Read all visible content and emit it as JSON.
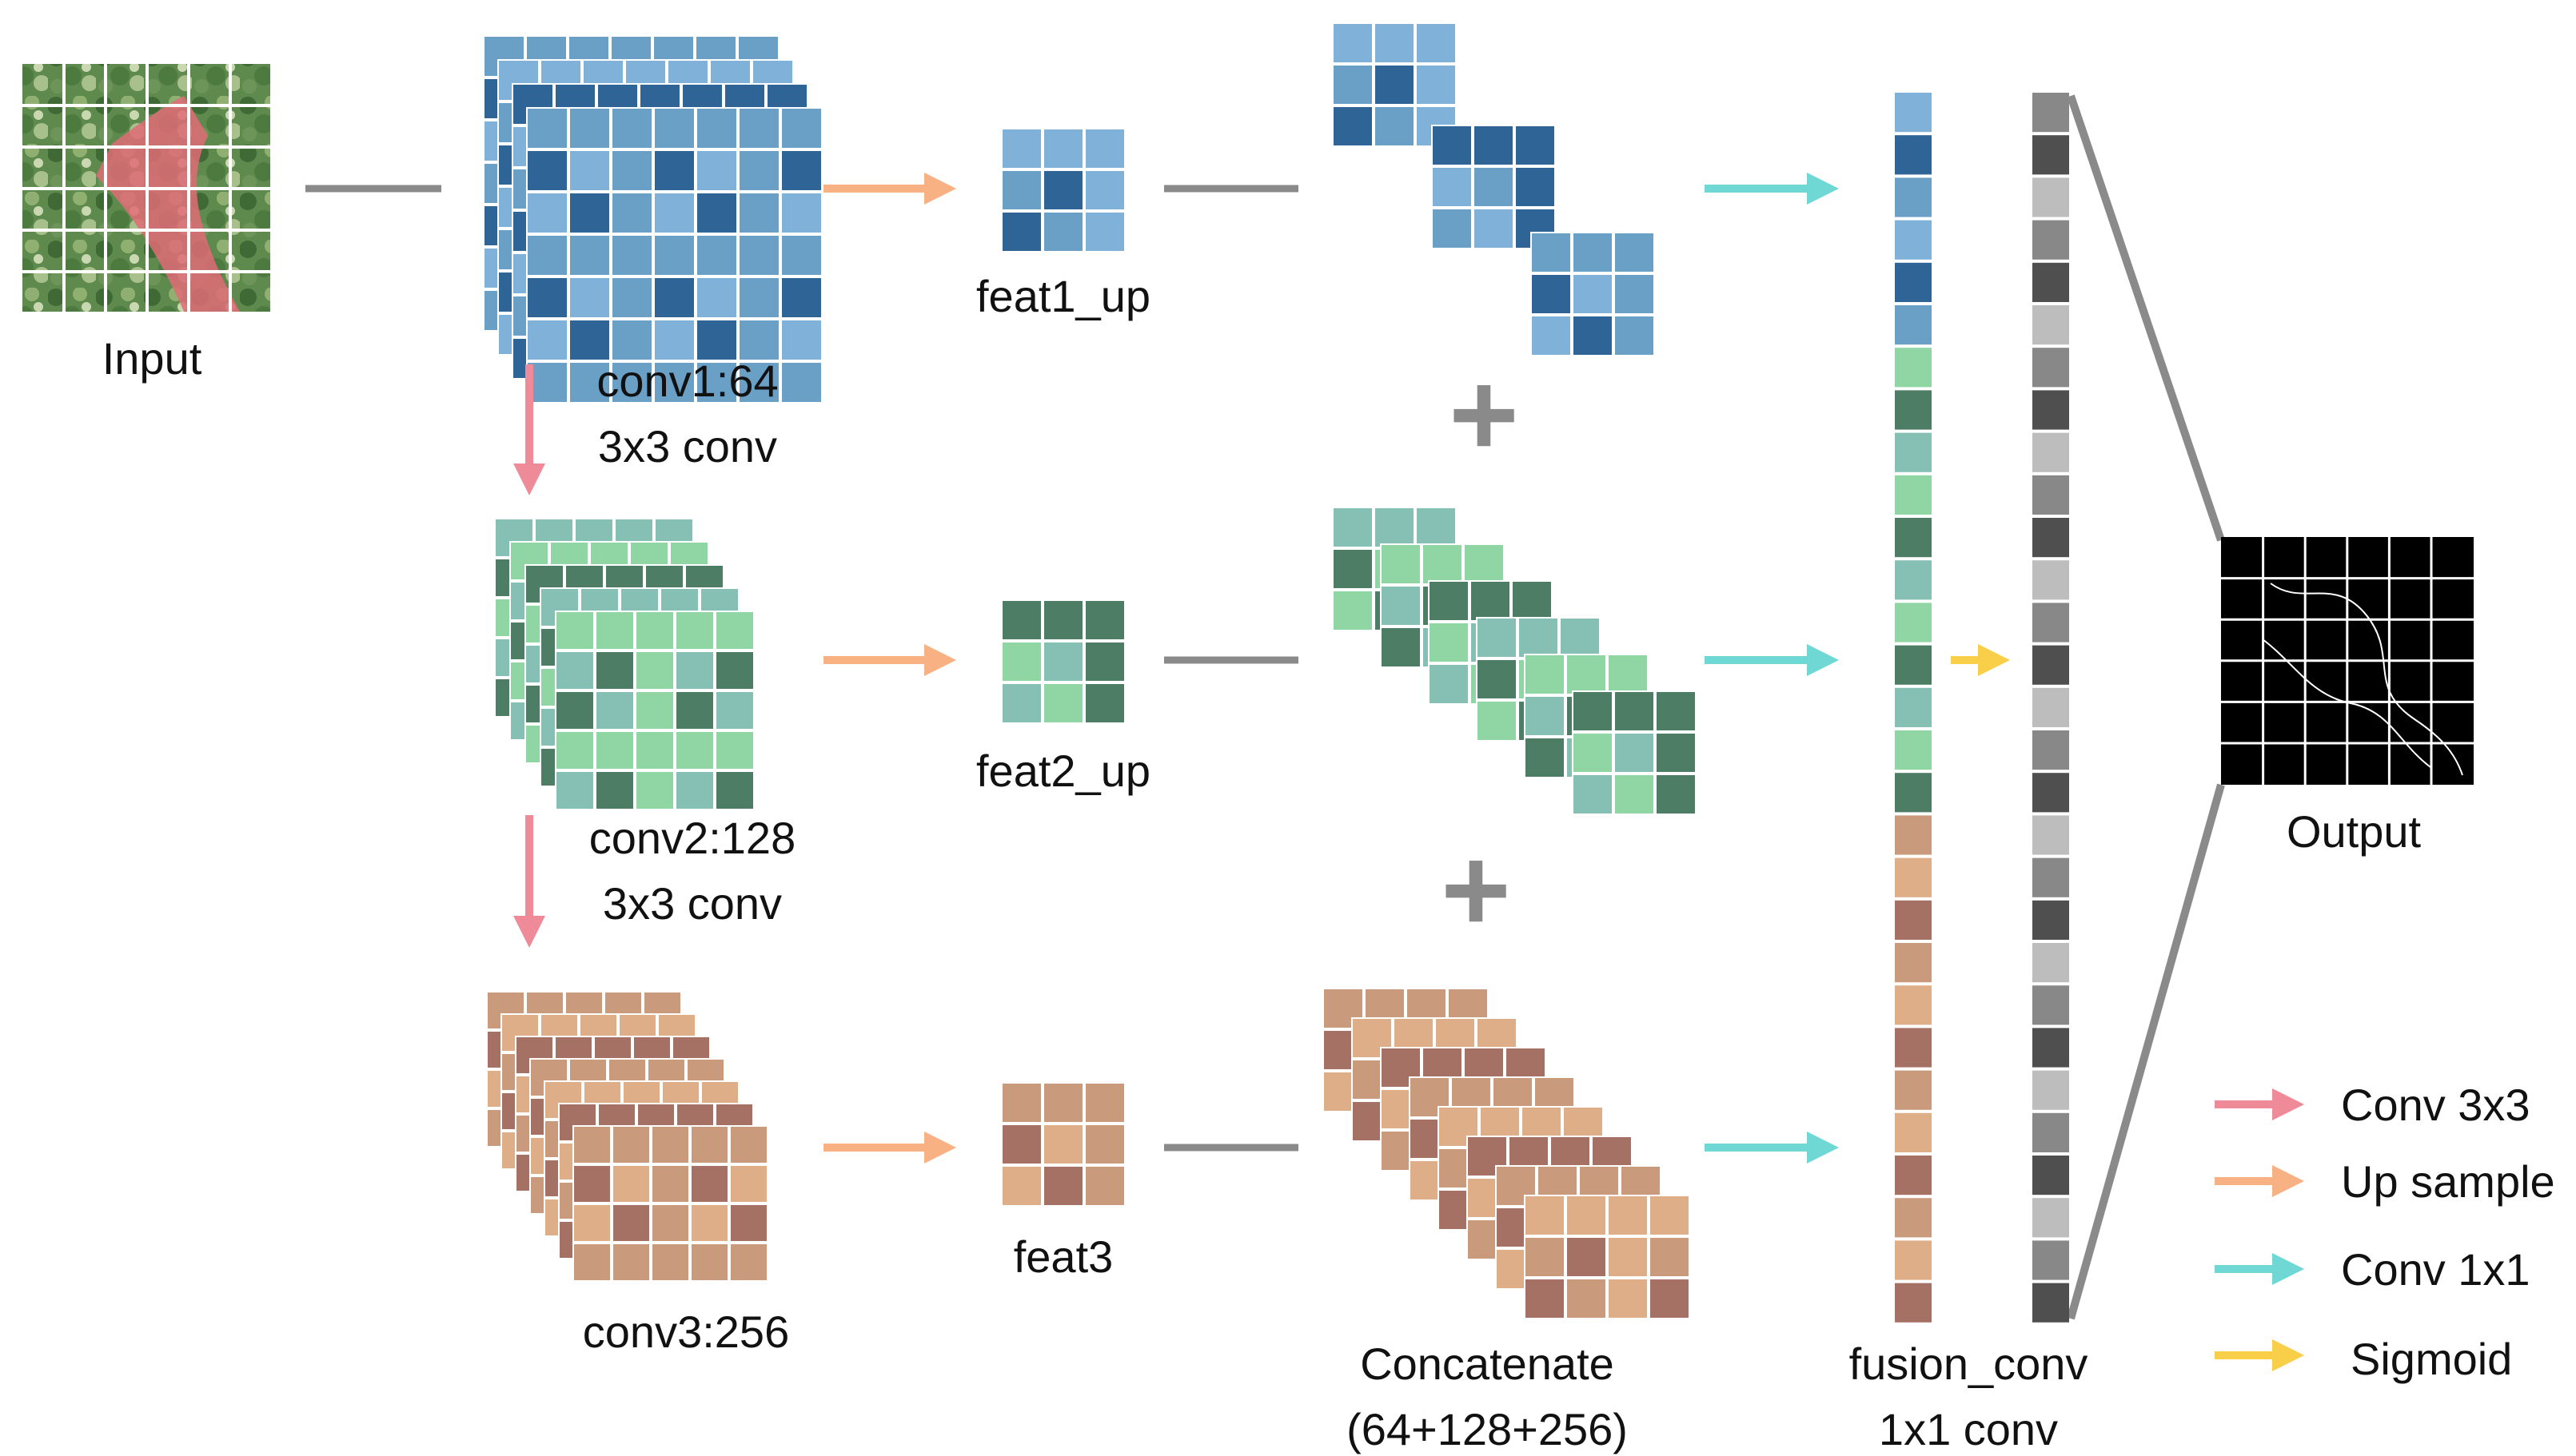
{
  "labels": {
    "input": "Input",
    "conv1": "conv1:64",
    "conv1_sub": "3x3 conv",
    "conv2": "conv2:128",
    "conv2_sub": "3x3 conv",
    "conv3": "conv3:256",
    "feat1": "feat1_up",
    "feat2": "feat2_up",
    "feat3": "feat3",
    "concat": "Concatenate",
    "concat_sub": "(64+128+256)",
    "fusion": "fusion_conv",
    "fusion_sub": "1x1 conv",
    "output": "Output",
    "plus": "+"
  },
  "legend": [
    {
      "label": "Conv 3x3",
      "color": "#ef8a99"
    },
    {
      "label": "Up sample",
      "color": "#f7b183"
    },
    {
      "label": "Conv 1x1",
      "color": "#6fd8d4"
    },
    {
      "label": "Sigmoid",
      "color": "#f9cf4a"
    }
  ],
  "colors": {
    "connector": "#8a8a8a",
    "conv_arrow": "#ef8a99",
    "upsample_arrow": "#f7b183",
    "conv1x1_arrow": "#6fd8d4",
    "sigmoid_arrow": "#f9cf4a",
    "blue": [
      "#2f6496",
      "#7fb1d9",
      "#6a9fc6"
    ],
    "green": [
      "#4e7d66",
      "#8fd6a4",
      "#86c0b4"
    ],
    "brown": [
      "#a67165",
      "#ddae88",
      "#c99b7c"
    ],
    "gray": [
      "#4f4f4f",
      "#bdbdbd",
      "#888888"
    ],
    "input_tile": [
      "#4e7a45",
      "#7ea364",
      "#e06b77",
      "#a8c08c"
    ]
  },
  "icons": [
    "right-arrow-icon",
    "down-arrow-icon",
    "plus-icon"
  ]
}
